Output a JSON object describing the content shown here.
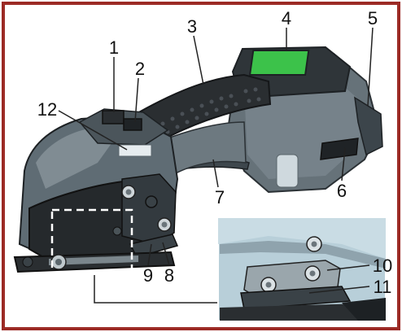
{
  "callouts": [
    {
      "id": "1",
      "label": "1"
    },
    {
      "id": "2",
      "label": "2"
    },
    {
      "id": "3",
      "label": "3"
    },
    {
      "id": "4",
      "label": "4"
    },
    {
      "id": "5",
      "label": "5"
    },
    {
      "id": "6",
      "label": "6"
    },
    {
      "id": "7",
      "label": "7"
    },
    {
      "id": "8",
      "label": "8"
    },
    {
      "id": "9",
      "label": "9"
    },
    {
      "id": "10",
      "label": "10"
    },
    {
      "id": "11",
      "label": "11"
    },
    {
      "id": "12",
      "label": "12"
    }
  ],
  "colors": {
    "frame": "#9c2a25",
    "body": "#5f6c74",
    "body_light": "#8a969d",
    "body_dark": "#3c454b",
    "grip": "#2a2e31",
    "screen": "#3cc24a",
    "inset_bg": "#b8cfd9",
    "inset_plate": "#9aa6ac"
  }
}
